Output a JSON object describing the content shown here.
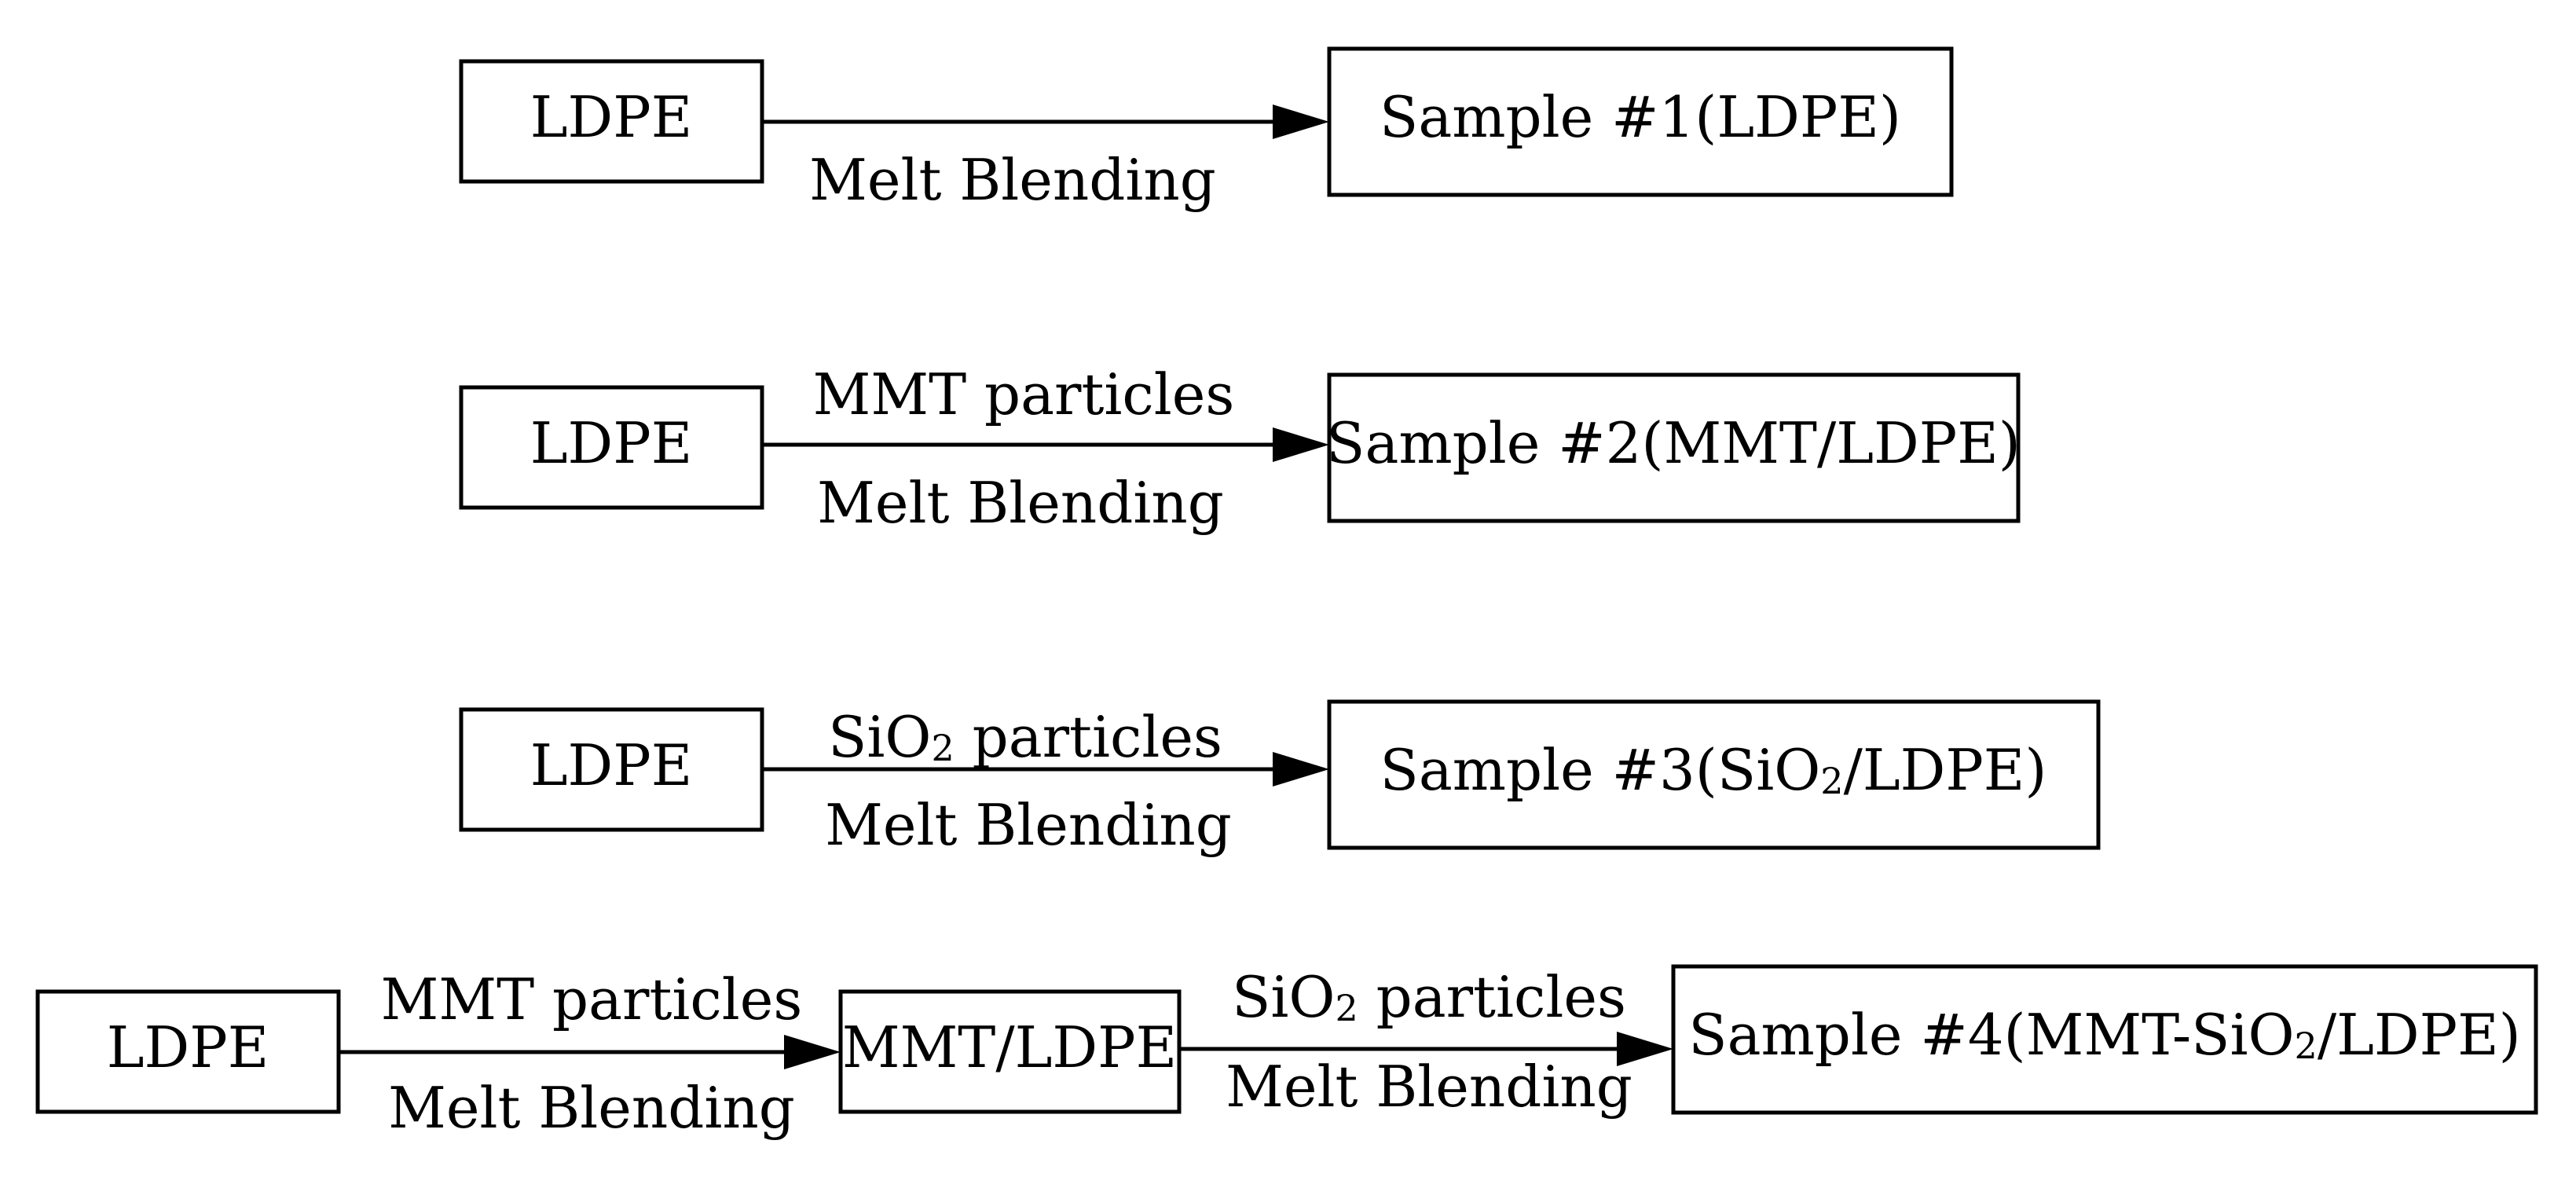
{
  "row1": {
    "source": "LDPE",
    "below": "Melt Blending",
    "sample": "Sample #1(LDPE)"
  },
  "row2": {
    "source": "LDPE",
    "above": "MMT particles",
    "below": "Melt Blending",
    "sample": "Sample #2(MMT/LDPE)"
  },
  "row3": {
    "source": "LDPE",
    "above_a": "SiO",
    "above_sub": "2",
    "above_b": " particles",
    "below": "Melt Blending",
    "sample_a": "Sample #3(SiO",
    "sample_sub": "2",
    "sample_b": "/LDPE)"
  },
  "row4": {
    "source": "LDPE",
    "above1": "MMT particles",
    "below1": "Melt Blending",
    "mid": "MMT/LDPE",
    "above2_a": "SiO",
    "above2_sub": "2",
    "above2_b": " particles",
    "below2": "Melt Blending",
    "sample_a": "Sample #4(MMT-SiO",
    "sample_sub": "2",
    "sample_b": "/LDPE)"
  }
}
